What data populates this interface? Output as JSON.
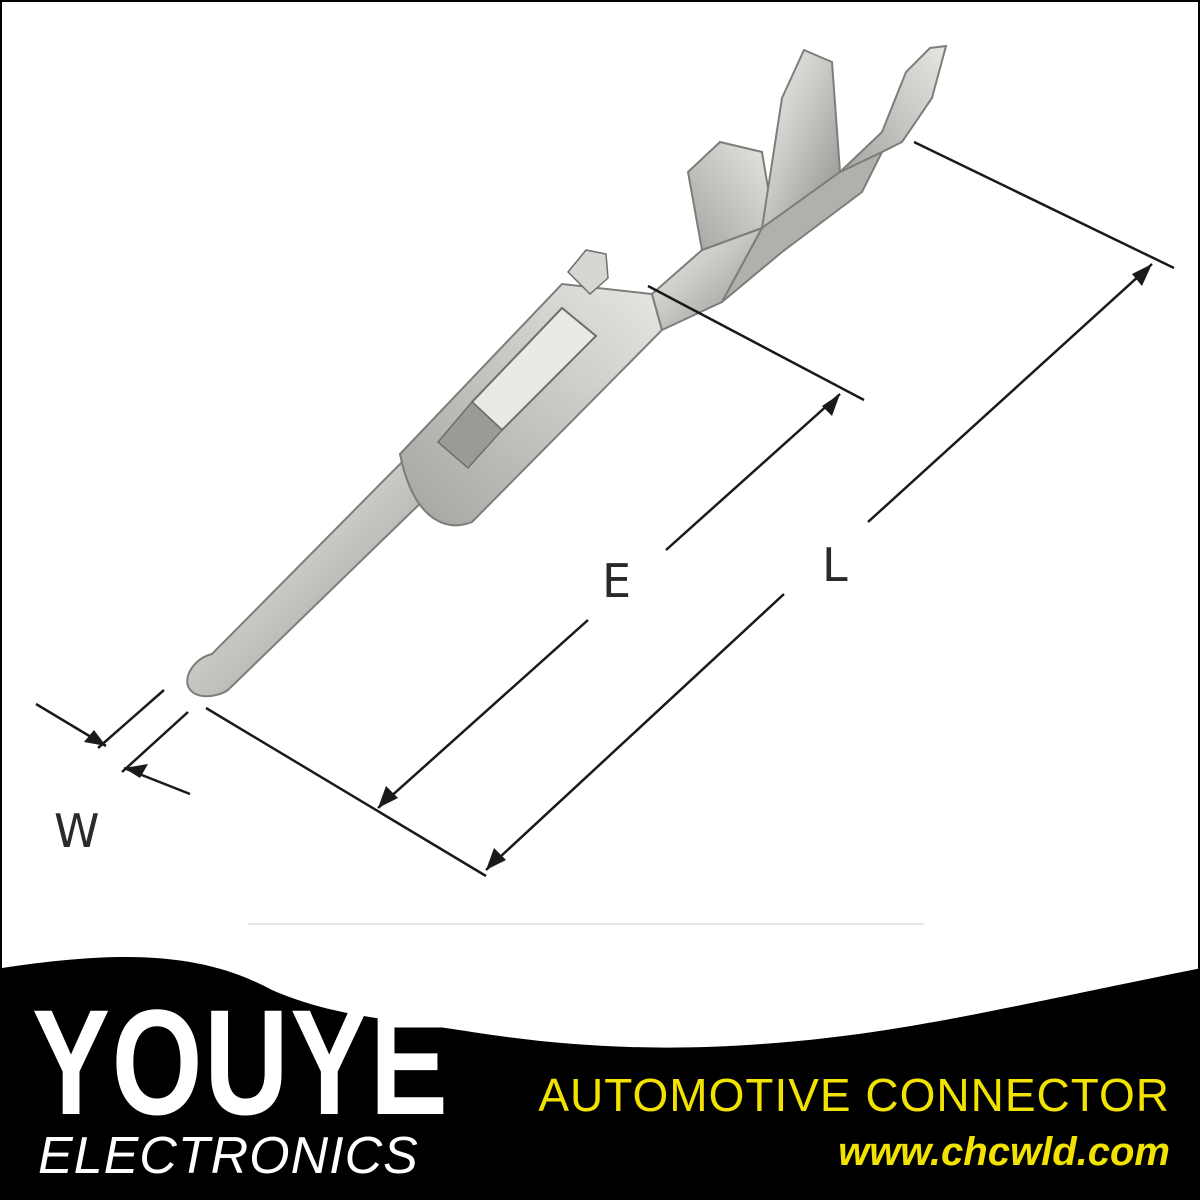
{
  "drawing": {
    "dimension_labels": {
      "width": "W",
      "engagement": "E",
      "length": "L"
    }
  },
  "footer": {
    "brand_name": "YOUYE",
    "brand_sub": "ELECTRONICS",
    "tagline": "AUTOMOTIVE CONNECTOR",
    "website": "www.chcwld.com"
  },
  "colors": {
    "footer_background": "#000000",
    "footer_text": "#ffffff",
    "accent": "#f2e200",
    "terminal_metal": "#c9c9c6"
  },
  "icons": {
    "product": "male-crimp-terminal-pin-icon"
  }
}
